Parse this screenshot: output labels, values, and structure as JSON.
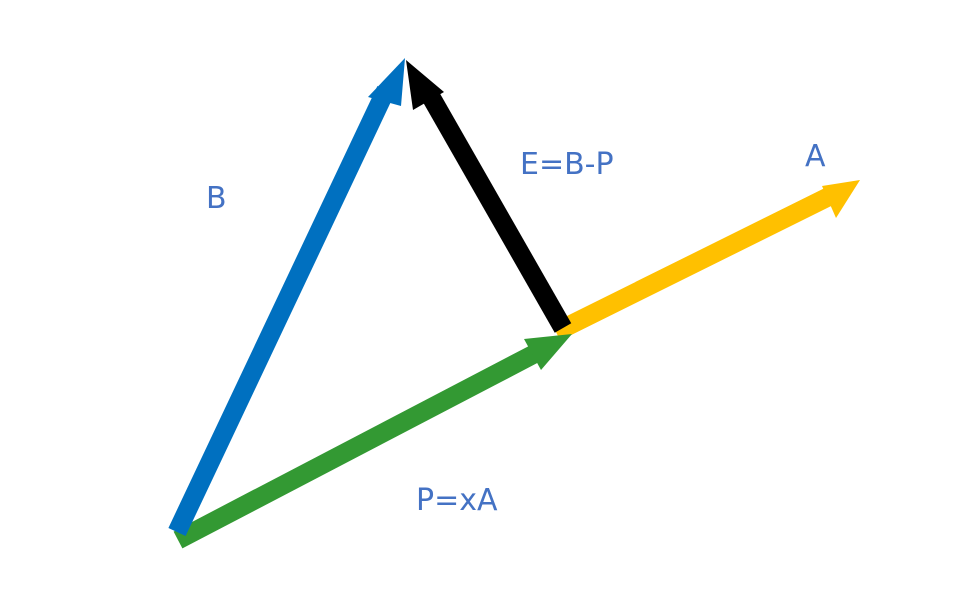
{
  "labels": {
    "b": "B",
    "e": "E=B-P",
    "a": "A",
    "p": "P=xA"
  },
  "colors": {
    "label_text": "#4472C4",
    "vector_b": "#0070C0",
    "vector_e": "#000000",
    "vector_a": "#FFC000",
    "vector_p": "#339933"
  }
}
